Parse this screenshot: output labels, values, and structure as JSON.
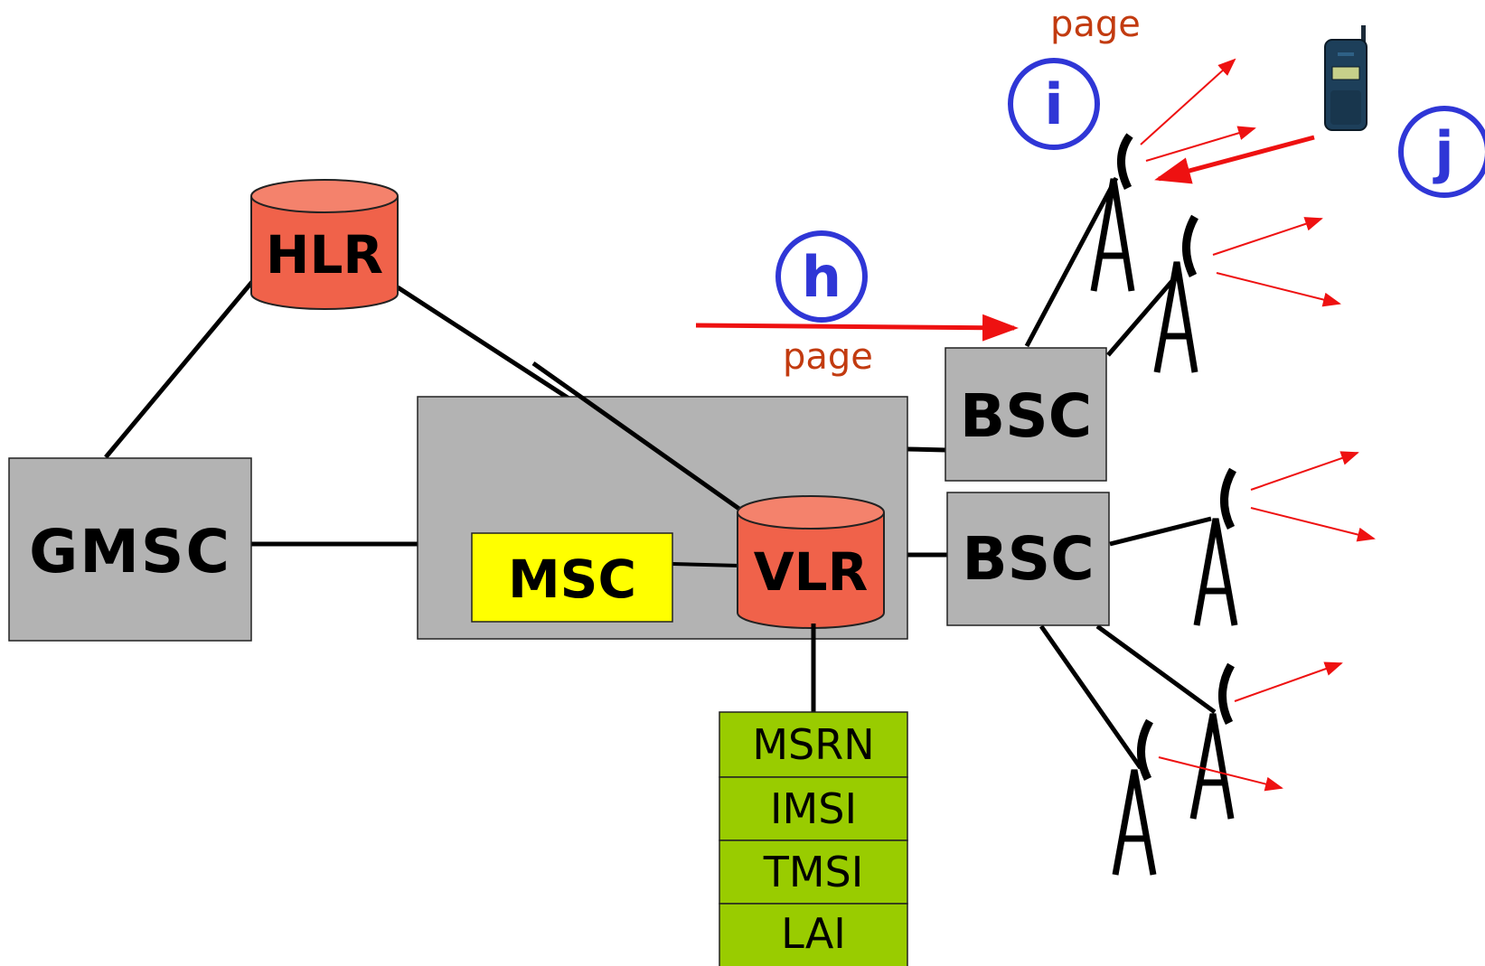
{
  "nodes": {
    "hlr": "HLR",
    "gmsc": "GMSC",
    "msc": "MSC",
    "vlr": "VLR",
    "bsc_top": "BSC",
    "bsc_bottom": "BSC"
  },
  "vlr_records": [
    "MSRN",
    "IMSI",
    "TMSI",
    "LAI"
  ],
  "messages": {
    "page_top": "page",
    "page_mid": "page"
  },
  "steps": {
    "h": "h",
    "i": "i",
    "j": "j"
  },
  "colors": {
    "database": "#f0624a",
    "database_top": "#f4826c",
    "gray_box": "#b3b3b3",
    "msc_box": "#ffff00",
    "record_box": "#99cc00",
    "arrow": "#ee1111",
    "page_text": "#c23b10",
    "step_circle": "#2f36d6"
  }
}
